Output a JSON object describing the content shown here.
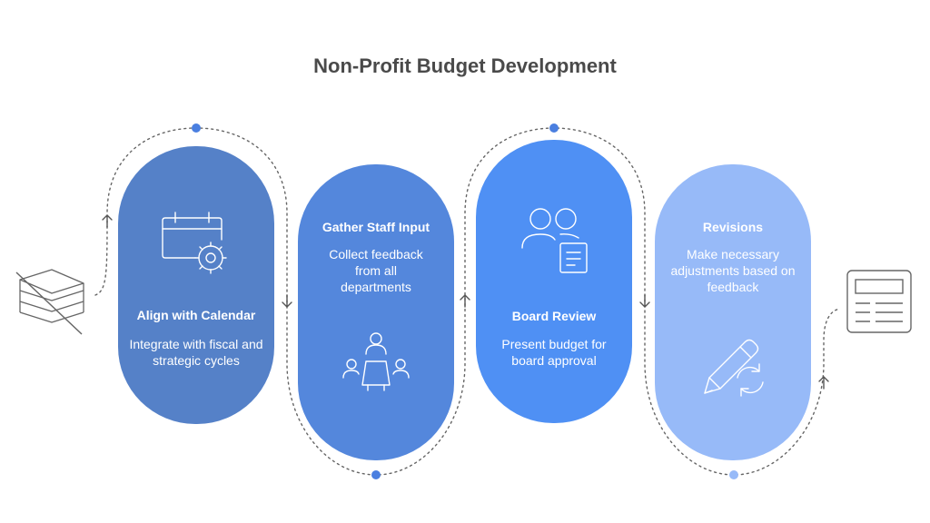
{
  "title": "Non-Profit Budget Development",
  "stages": [
    {
      "name": "Align with Calendar",
      "description": "Integrate with fiscal and strategic cycles",
      "icon": "calendar-gear-icon",
      "color": "#5581c8"
    },
    {
      "name": "Gather Staff Input",
      "description": "Collect feedback from all departments",
      "icon": "team-meeting-icon",
      "color": "#5487dc"
    },
    {
      "name": "Board Review",
      "description": "Present budget for board approval",
      "icon": "board-document-icon",
      "color": "#4f90f4"
    },
    {
      "name": "Revisions",
      "description": "Make necessary adjustments based on feedback",
      "icon": "pencil-refresh-icon",
      "color": "#97baf8"
    }
  ],
  "start_icon": "stacked-papers-crossed-icon",
  "end_icon": "document-layout-icon"
}
